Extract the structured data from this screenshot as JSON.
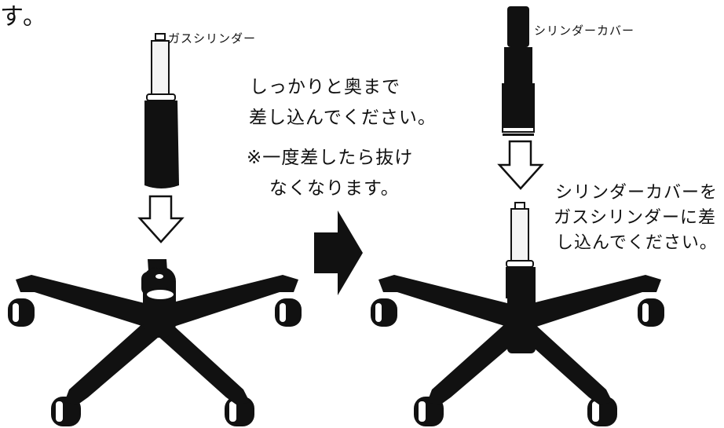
{
  "intro_text": "す。",
  "step1": {
    "label": "ガスシリンダー",
    "note_line1": "しっかりと奥まで",
    "note_line2": "差し込んでください。",
    "caution_line1": "※一度差したら抜け",
    "caution_line2": "なくなります。"
  },
  "step2": {
    "label": "シリンダーカバー",
    "note_line1": "シリンダーカバーを",
    "note_line2": "ガスシリンダーに差",
    "note_line3": "し込んでください。"
  },
  "icons": [
    "down-arrow-icon",
    "right-arrow-icon"
  ],
  "colors": {
    "ink": "#111111",
    "paper": "#ffffff",
    "cylinder_light": "#f4f4f4"
  }
}
